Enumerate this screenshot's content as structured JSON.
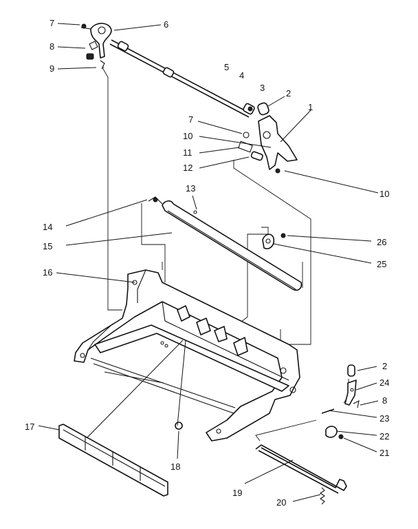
{
  "diagram": {
    "callouts": [
      {
        "id": "label-7-top",
        "text": "7"
      },
      {
        "id": "label-6",
        "text": "6"
      },
      {
        "id": "label-8-top",
        "text": "8"
      },
      {
        "id": "label-9",
        "text": "9"
      },
      {
        "id": "label-5",
        "text": "5"
      },
      {
        "id": "label-4",
        "text": "4"
      },
      {
        "id": "label-3",
        "text": "3"
      },
      {
        "id": "label-2-top",
        "text": "2"
      },
      {
        "id": "label-1",
        "text": "1"
      },
      {
        "id": "label-7-mid",
        "text": "7"
      },
      {
        "id": "label-10-left",
        "text": "10"
      },
      {
        "id": "label-11",
        "text": "11"
      },
      {
        "id": "label-12",
        "text": "12"
      },
      {
        "id": "label-10-right",
        "text": "10"
      },
      {
        "id": "label-13",
        "text": "13"
      },
      {
        "id": "label-14",
        "text": "14"
      },
      {
        "id": "label-15",
        "text": "15"
      },
      {
        "id": "label-26",
        "text": "26"
      },
      {
        "id": "label-25",
        "text": "25"
      },
      {
        "id": "label-16",
        "text": "16"
      },
      {
        "id": "label-2-bottom",
        "text": "2"
      },
      {
        "id": "label-24",
        "text": "24"
      },
      {
        "id": "label-8-bottom",
        "text": "8"
      },
      {
        "id": "label-23",
        "text": "23"
      },
      {
        "id": "label-22",
        "text": "22"
      },
      {
        "id": "label-21",
        "text": "21"
      },
      {
        "id": "label-17",
        "text": "17"
      },
      {
        "id": "label-18",
        "text": "18"
      },
      {
        "id": "label-19",
        "text": "19"
      },
      {
        "id": "label-20",
        "text": "20"
      }
    ]
  }
}
